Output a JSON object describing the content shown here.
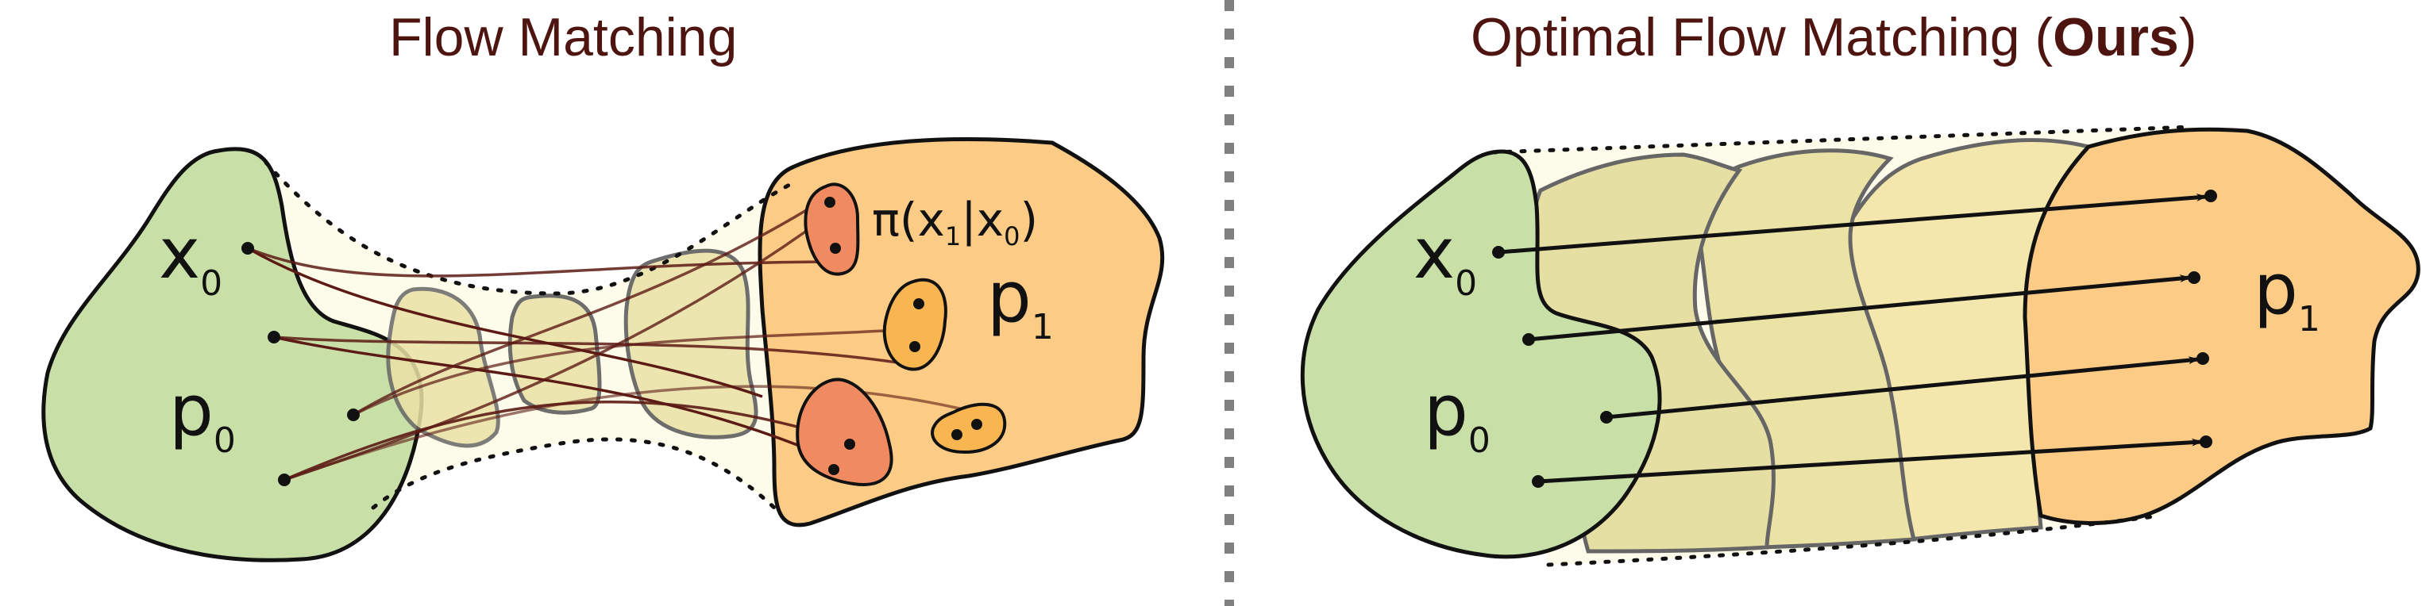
{
  "left_panel": {
    "title": "Flow Matching",
    "labels": {
      "x0": {
        "base": "x",
        "sub": "0"
      },
      "p0": {
        "base": "p",
        "sub": "0"
      },
      "p1": {
        "base": "p",
        "sub": "1"
      },
      "coupling": {
        "prefix": "π(x",
        "sub1": "1",
        "mid": "|x",
        "sub2": "0",
        "suffix": ")"
      }
    }
  },
  "right_panel": {
    "title_prefix": "Optimal Flow Matching  (",
    "title_bold": "Ours",
    "title_suffix": ")",
    "labels": {
      "x0": {
        "base": "x",
        "sub": "0"
      },
      "p0": {
        "base": "p",
        "sub": "0"
      },
      "p1": {
        "base": "p",
        "sub": "1"
      }
    }
  },
  "colors": {
    "title": "#4d1410",
    "source_fill": "#c8e0a8",
    "target_fill": "#fccb86",
    "intermediate_fill": "#ebe2a6",
    "coupling_red": "#f08a60",
    "coupling_orange": "#f9b650",
    "curve": "#5c1a14"
  }
}
